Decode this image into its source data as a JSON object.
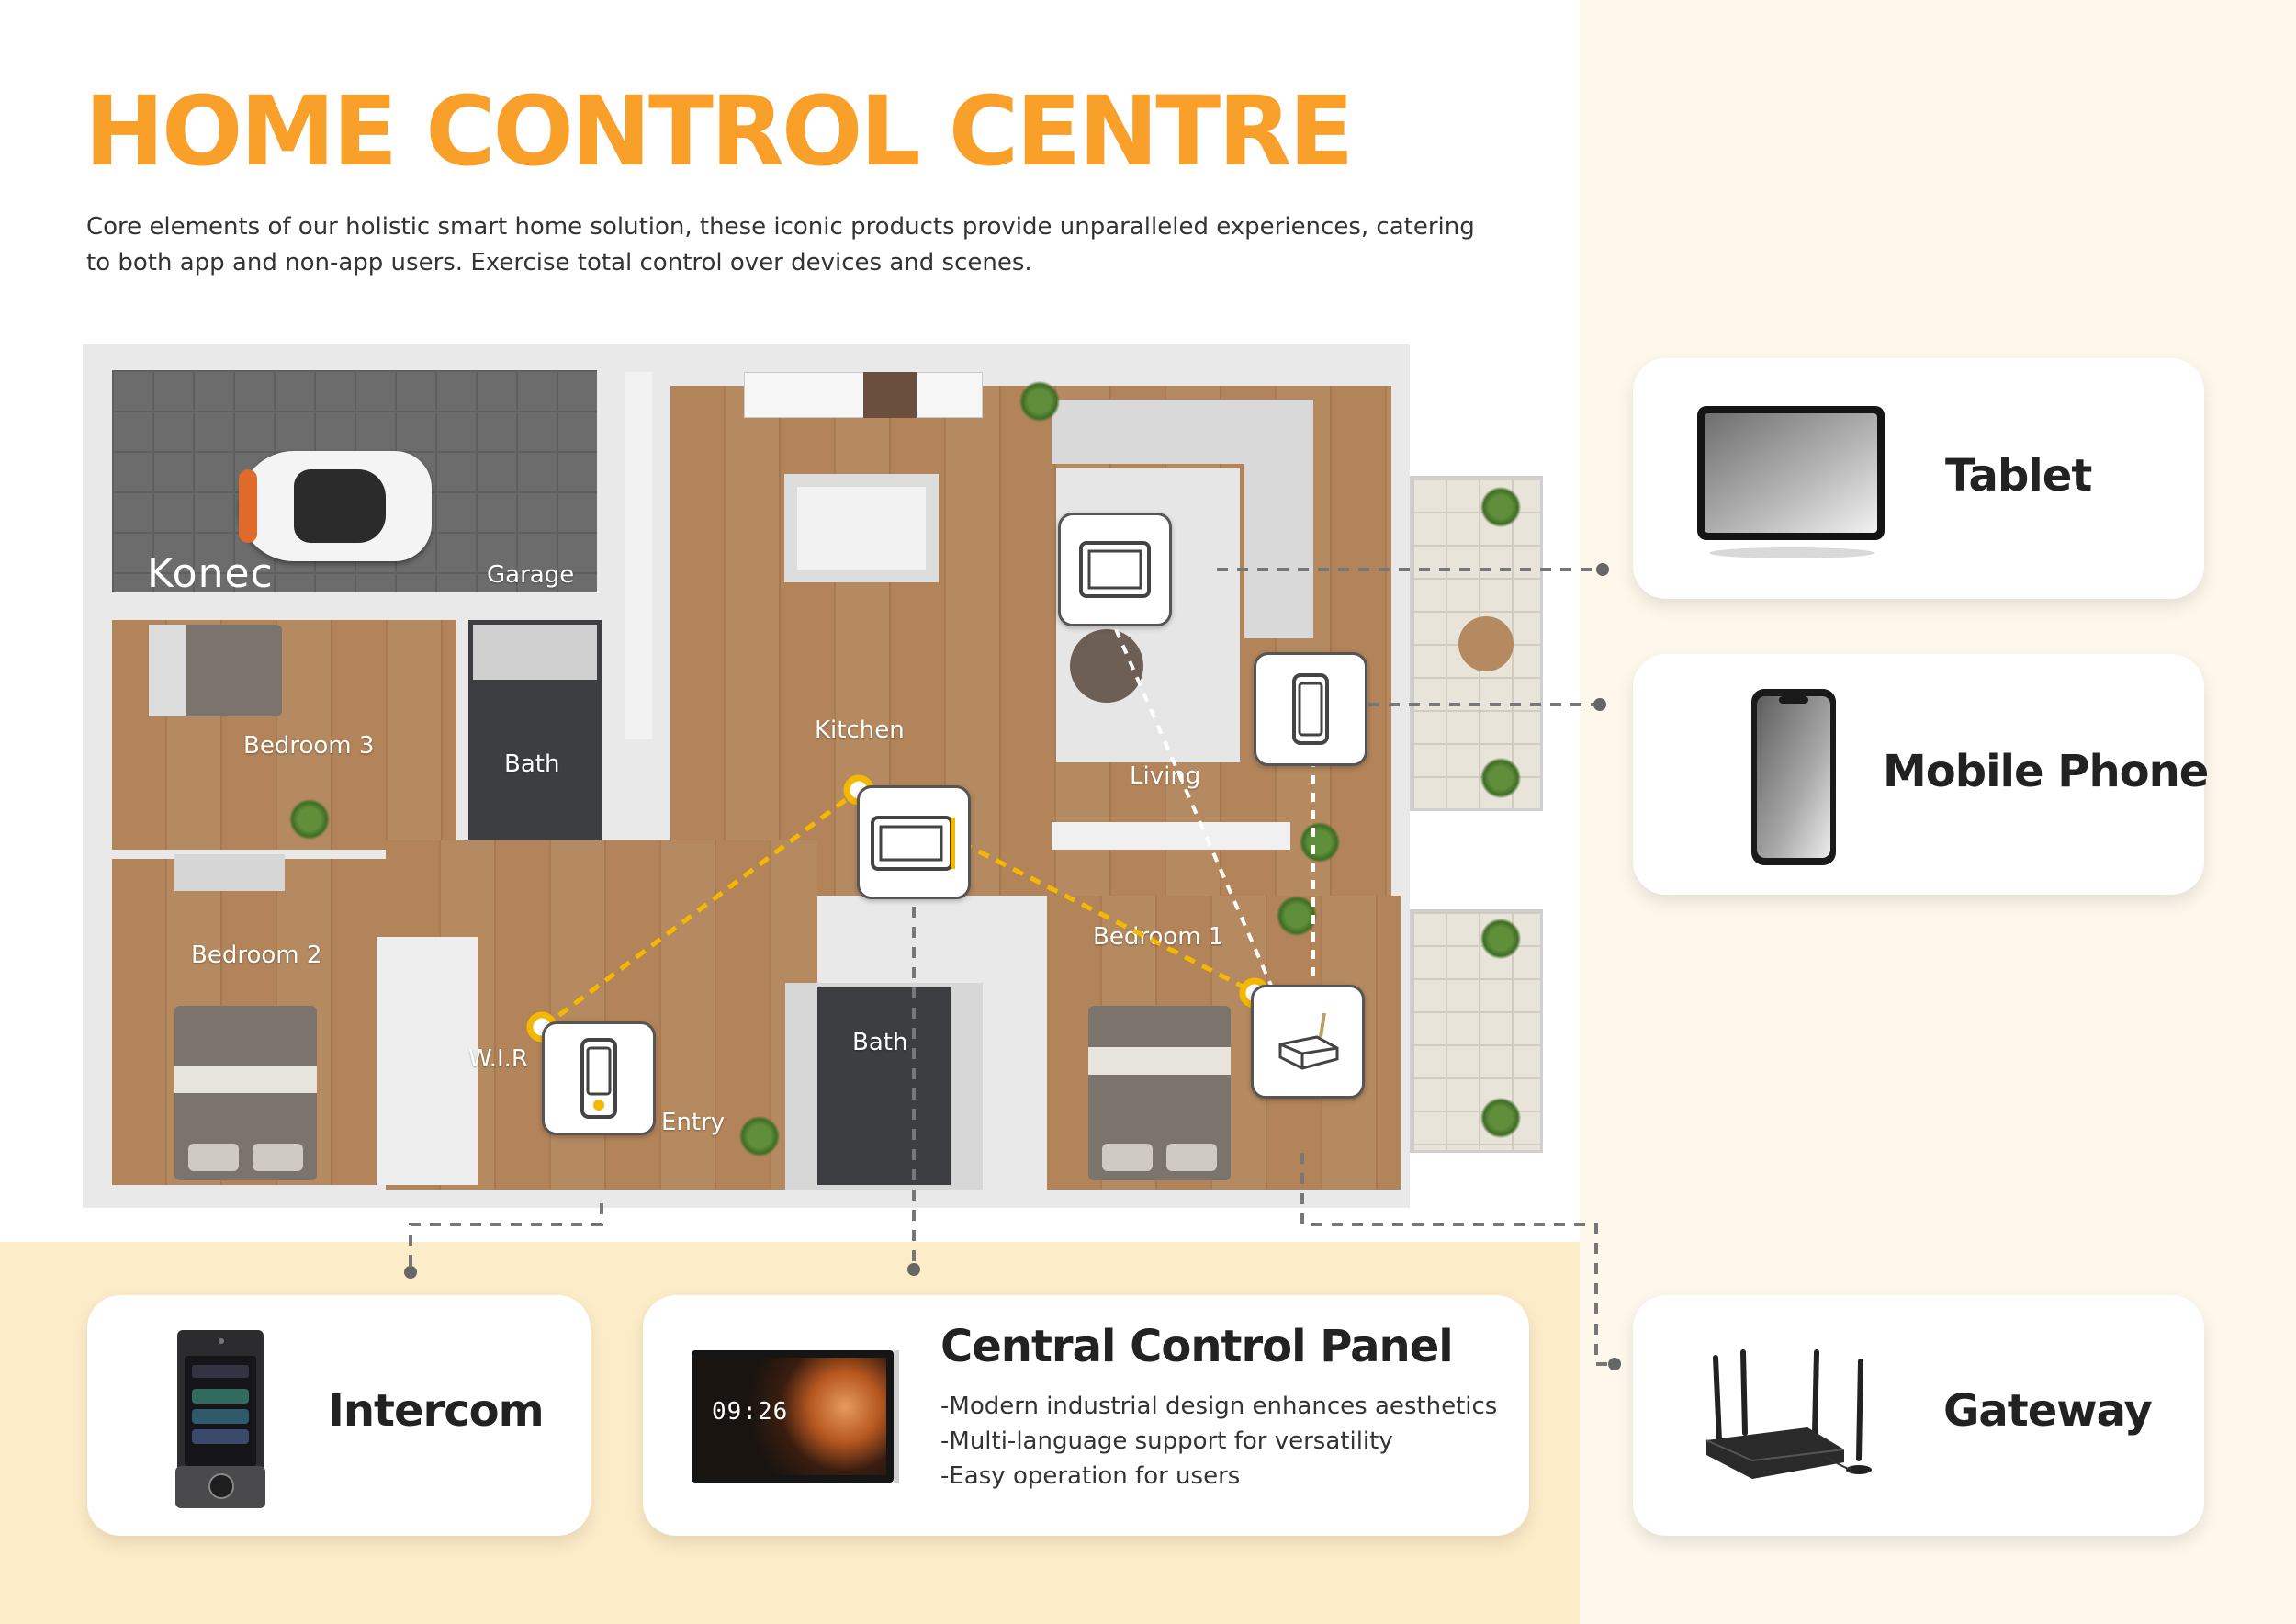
{
  "header": {
    "title": "HOME CONTROL CENTRE",
    "subtitle_line1": "Core elements of our holistic smart home solution, these iconic products provide unparalleled experiences, catering",
    "subtitle_line2": "to both app and non-app users. Exercise total control over devices and scenes."
  },
  "floor_plan": {
    "brand": "Konec",
    "rooms": {
      "garage": "Garage",
      "bedroom3": "Bedroom 3",
      "bath_upper": "Bath",
      "kitchen": "Kitchen",
      "living": "Living",
      "bedroom2": "Bedroom 2",
      "wir": "W.I.R",
      "entry": "Entry",
      "bath_lower": "Bath",
      "bedroom1": "Bedroom 1"
    }
  },
  "devices": {
    "tablet": "Tablet",
    "mobile_phone": "Mobile Phone",
    "intercom": "Intercom",
    "central_control_panel": {
      "title": "Central Control Panel",
      "features": [
        "-Modern industrial design enhances aesthetics",
        "-Multi-language support for versatility",
        "-Easy operation for users"
      ],
      "screen_time": "09:26"
    },
    "gateway": "Gateway"
  },
  "colors": {
    "accent": "#f9a02a",
    "connection_line": "#f5b800",
    "dashed_line": "#777777"
  }
}
